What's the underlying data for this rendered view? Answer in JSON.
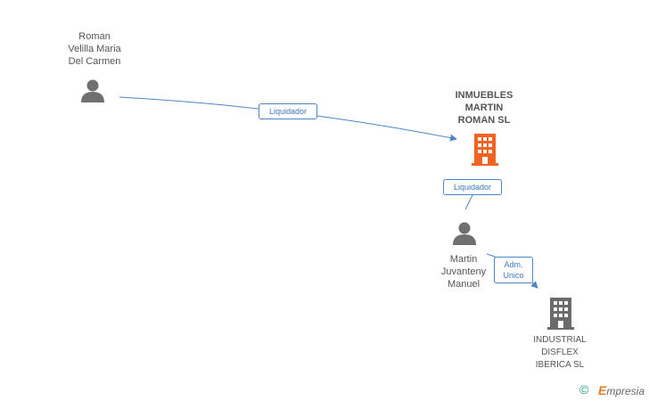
{
  "nodes": {
    "person1": {
      "lines": [
        "Roman",
        "Velilla Maria",
        "Del Carmen"
      ],
      "icon": "person-icon"
    },
    "company_main": {
      "lines": [
        "INMUEBLES",
        "MARTIN",
        "ROMAN SL"
      ],
      "icon": "building-icon",
      "color": "#f26322"
    },
    "person2": {
      "lines": [
        "Martin",
        "Juvanteny",
        "Manuel"
      ],
      "icon": "person-icon"
    },
    "company2": {
      "lines": [
        "INDUSTRIAL",
        "DISFLEX",
        "IBERICA SL"
      ],
      "icon": "building-icon",
      "color": "#6b6b6b"
    }
  },
  "relations": [
    {
      "label": "Liquidador"
    },
    {
      "label": "Liquidador"
    },
    {
      "label_lines": [
        "Adm.",
        "Unico"
      ]
    }
  ],
  "watermark": {
    "symbol": "©",
    "initial": "E",
    "rest": "mpresia"
  },
  "colors": {
    "edge": "#4a86c8",
    "person": "#707070",
    "company_highlight": "#f26322",
    "company": "#6b6b6b"
  }
}
